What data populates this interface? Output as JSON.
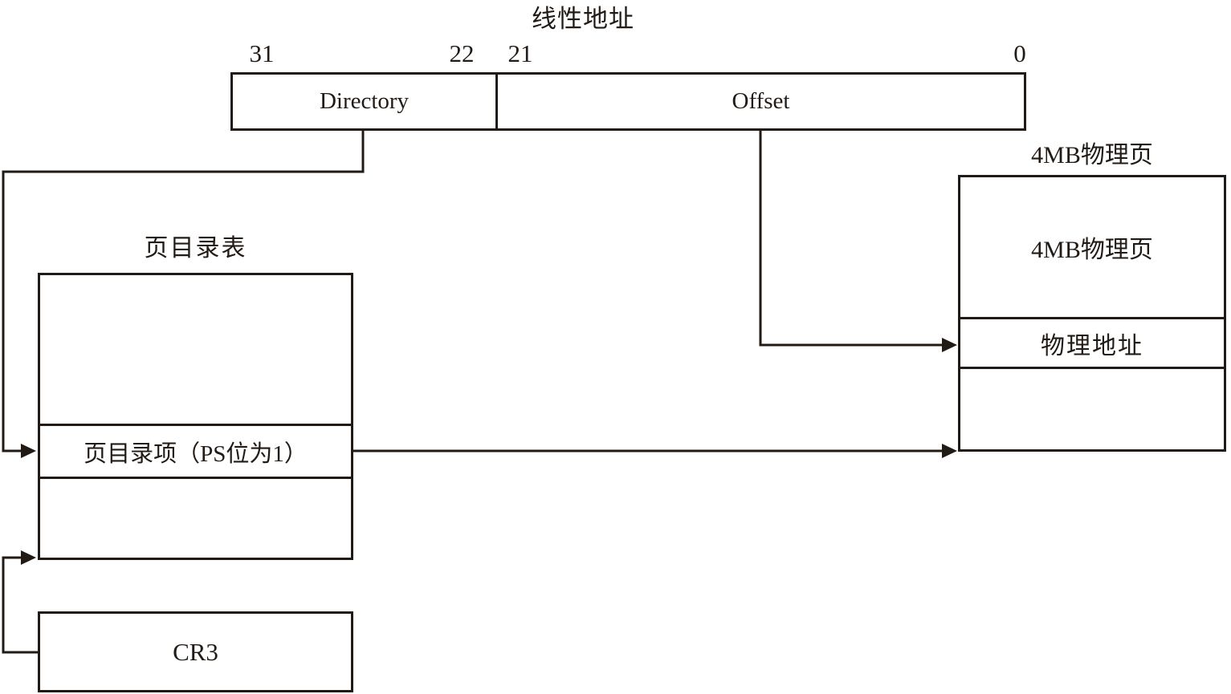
{
  "diagram_title": "线性地址",
  "linear_address": {
    "bits": {
      "b31": "31",
      "b22": "22",
      "b21": "21",
      "b0": "0"
    },
    "directory_label": "Directory",
    "offset_label": "Offset"
  },
  "page_directory_table": {
    "title": "页目录表",
    "entry_label": "页目录项（PS位为1）"
  },
  "cr3_register": {
    "label": "CR3"
  },
  "physical_page": {
    "title": "4MB物理页",
    "page_label": "4MB物理页",
    "physical_address_label": "物理地址"
  },
  "colors": {
    "stroke": "#221a15",
    "background": "#ffffff",
    "text": "#221a15"
  }
}
